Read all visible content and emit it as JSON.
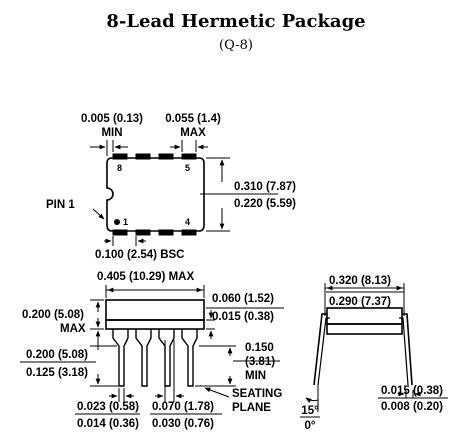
{
  "title": "8-Lead Hermetic Package",
  "subtitle": "(Q-8)",
  "top_view": {
    "dim_005": "0.005 (0.13)",
    "dim_005_tag": "MIN",
    "dim_055": "0.055 (1.4)",
    "dim_055_tag": "MAX",
    "pin_8": "8",
    "pin_5": "5",
    "pin_1": "1",
    "pin_4": "4",
    "pin1_label": "PIN 1",
    "width_max": "0.310 (7.87)",
    "width_min": "0.220 (5.59)",
    "pitch": "0.100 (2.54) BSC"
  },
  "side_view": {
    "length": "0.405 (10.29) MAX",
    "height_max": "0.200 (5.08)",
    "height_max_tag": "MAX",
    "body_thk_max": "0.060 (1.52)",
    "body_thk_min": "0.015 (0.38)",
    "lead_len_max": "0.200 (5.08)",
    "lead_len_min": "0.125 (3.18)",
    "seat_min_a": "0.150",
    "seat_min_b": "(3.81)",
    "seat_min_tag": "MIN",
    "seating_a": "SEATING",
    "seating_b": "PLANE",
    "lead_w_max": "0.023 (0.58)",
    "lead_w_min": "0.014 (0.36)",
    "shoulder_max": "0.070 (1.78)",
    "shoulder_min": "0.030 (0.76)"
  },
  "end_view": {
    "row_max": "0.320 (8.13)",
    "row_min": "0.290 (7.37)",
    "angle_max": "15°",
    "angle_min": "0°",
    "lead_thk_max": "0.015 (0.38)",
    "lead_thk_min": "0.008 (0.20)"
  }
}
